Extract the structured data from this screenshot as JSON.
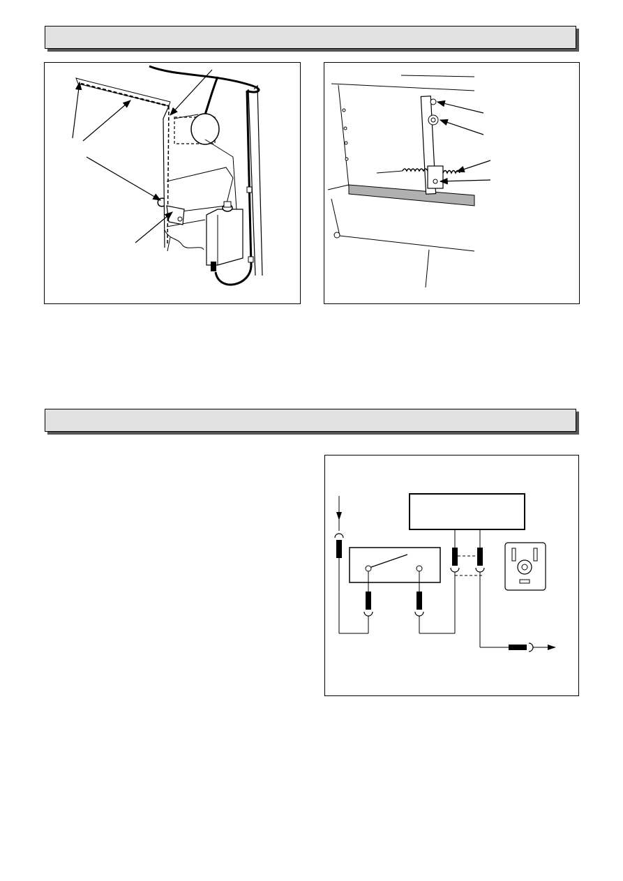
{
  "page": {
    "top_banner": {
      "title": ""
    },
    "bottom_banner": {
      "title": ""
    }
  },
  "figures": [
    {
      "id": "door-switch-assembly",
      "caption": ""
    },
    {
      "id": "door-hinge-spring",
      "caption": ""
    },
    {
      "id": "wiring-diagram",
      "caption": ""
    }
  ],
  "colors": {
    "banner_fill": "#e2e2e2",
    "banner_shadow": "#555555",
    "line": "#000000",
    "shelf_gray": "#b0b0b0"
  },
  "icons": [
    "arrow-callout-icon",
    "connector-plug-icon",
    "switch-icon",
    "socket-icon"
  ]
}
